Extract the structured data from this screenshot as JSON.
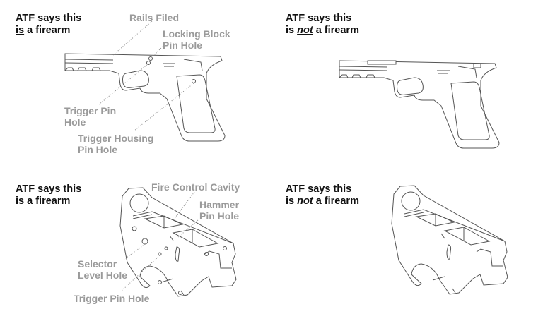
{
  "panels": [
    {
      "title_pre": "ATF says this",
      "title_em": "is",
      "title_post": " a firearm"
    },
    {
      "title_pre": "ATF says this",
      "title_em": "not",
      "title_post": " a firearm",
      "title_is": "is "
    },
    {
      "title_pre": "ATF says this",
      "title_em": "is",
      "title_post": " a firearm"
    },
    {
      "title_pre": "ATF says this",
      "title_em": "not",
      "title_post": " a firearm",
      "title_is": "is "
    }
  ],
  "labels": {
    "rails_filed": "Rails Filed",
    "locking_block_1": "Locking Block",
    "locking_block_2": "Pin Hole",
    "trigger_pin_1": "Trigger Pin",
    "trigger_pin_2": "Hole",
    "trigger_housing_1": "Trigger Housing",
    "trigger_housing_2": "Pin Hole",
    "fire_control": "Fire Control Cavity",
    "hammer_1": "Hammer",
    "hammer_2": "Pin Hole",
    "selector_1": "Selector",
    "selector_2": "Level Hole",
    "lower_trigger_pin": "Trigger Pin Hole"
  },
  "colors": {
    "label": "#9a9a9a",
    "title": "#111111",
    "line": "#555555"
  }
}
